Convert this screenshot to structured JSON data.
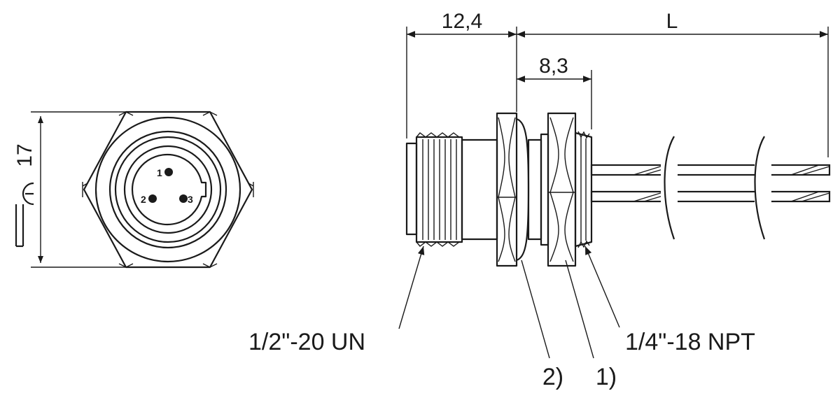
{
  "front_view": {
    "width_dim": "17",
    "pins": [
      "1",
      "2",
      "3"
    ]
  },
  "side_view": {
    "dim_overall": "12,4",
    "dim_length": "L",
    "dim_nut": "8,3"
  },
  "callouts": {
    "thread_front": "1/2\"-20 UN",
    "thread_rear": "1/4\"-18 NPT",
    "ref_2": "2)",
    "ref_1": "1)"
  }
}
